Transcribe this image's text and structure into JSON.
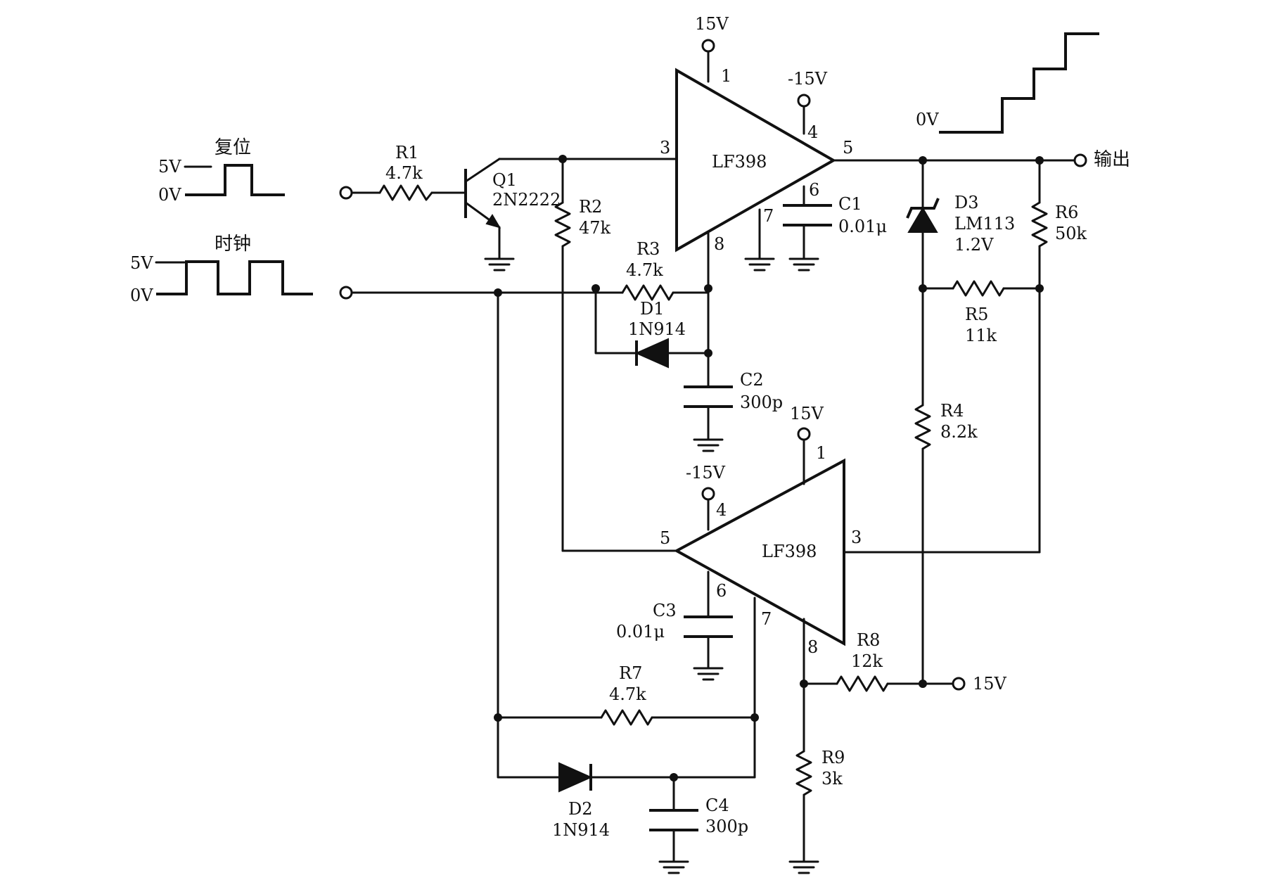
{
  "inputs": {
    "reset_label": "复位",
    "clock_label": "时钟",
    "reset_high": "5V",
    "reset_low": "0V",
    "clock_high": "5V",
    "clock_low": "0V"
  },
  "output": {
    "label": "输出",
    "waveform_zero": "0V"
  },
  "supplies": {
    "plus_u1": "15V",
    "minus_u1": "-15V",
    "plus_u2": "15V",
    "minus_u2": "-15V",
    "plus_r8": "15V"
  },
  "components": {
    "u1": {
      "name": "LF398",
      "pin1": "1",
      "pin3": "3",
      "pin4": "4",
      "pin5": "5",
      "pin6": "6",
      "pin7": "7",
      "pin8": "8"
    },
    "u2": {
      "name": "LF398",
      "pin1": "1",
      "pin3": "3",
      "pin4": "4",
      "pin5": "5",
      "pin6": "6",
      "pin7": "7",
      "pin8": "8"
    },
    "q1": {
      "ref": "Q1",
      "part": "2N2222"
    },
    "r1": {
      "ref": "R1",
      "value": "4.7k"
    },
    "r2": {
      "ref": "R2",
      "value": "47k"
    },
    "r3": {
      "ref": "R3",
      "value": "4.7k"
    },
    "r4": {
      "ref": "R4",
      "value": "8.2k"
    },
    "r5": {
      "ref": "R5",
      "value": "11k"
    },
    "r6": {
      "ref": "R6",
      "value": "50k"
    },
    "r7": {
      "ref": "R7",
      "value": "4.7k"
    },
    "r8": {
      "ref": "R8",
      "value": "12k"
    },
    "r9": {
      "ref": "R9",
      "value": "3k"
    },
    "c1": {
      "ref": "C1",
      "value": "0.01μ"
    },
    "c2": {
      "ref": "C2",
      "value": "300p"
    },
    "c3": {
      "ref": "C3",
      "value": "0.01μ"
    },
    "c4": {
      "ref": "C4",
      "value": "300p"
    },
    "d1": {
      "ref": "D1",
      "part": "1N914"
    },
    "d2": {
      "ref": "D2",
      "part": "1N914"
    },
    "d3": {
      "ref": "D3",
      "part": "LM113",
      "voltage": "1.2V"
    }
  }
}
